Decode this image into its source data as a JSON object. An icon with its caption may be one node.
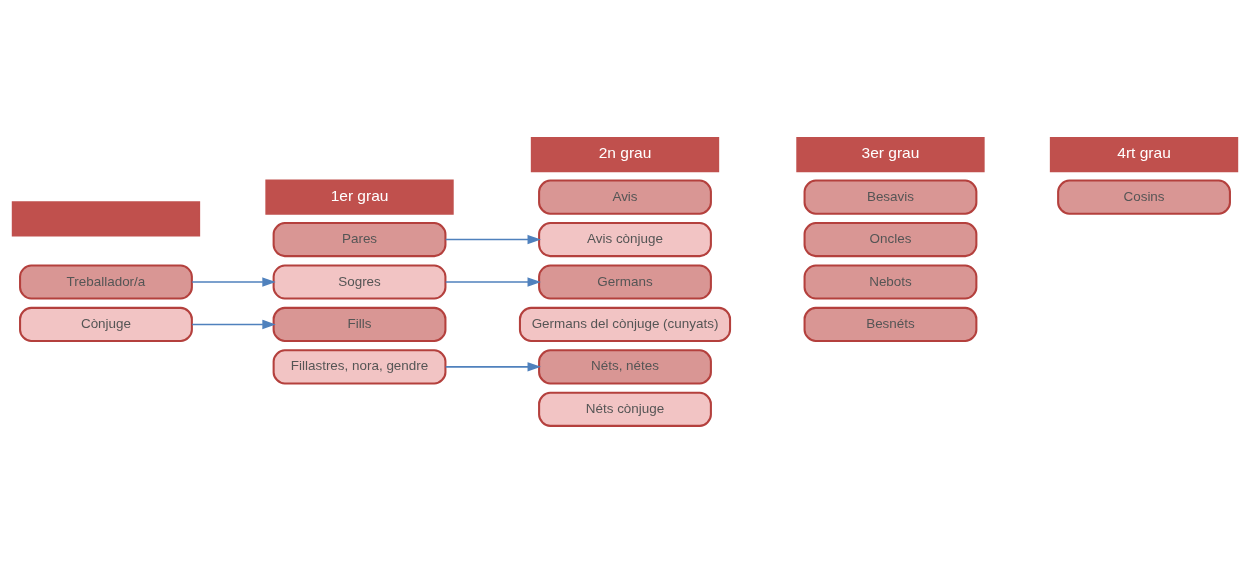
{
  "diagram": {
    "nodes": [
      {
        "text": [],
        "shape": "box"
      },
      {
        "text": [
          "1er grau"
        ]
      },
      {
        "text": [
          "2n grau"
        ]
      },
      {
        "text": [
          "3er grau"
        ]
      },
      {
        "text": [
          "4rt grau"
        ]
      },
      {
        "text": [
          "Treballador/a"
        ]
      },
      {
        "text": [
          "Cònjuge"
        ]
      },
      {
        "text": [
          "Pares"
        ]
      },
      {
        "text": [
          "Sogres"
        ]
      },
      {
        "text": [
          "Fills"
        ]
      },
      {
        "text": [
          "Fillastres, nora, gendre"
        ]
      },
      {
        "text": [
          "Avis"
        ]
      },
      {
        "text": [
          "Avis cònjuge"
        ]
      },
      {
        "text": [
          "Germans"
        ]
      },
      {
        "text": [
          "Germans del cònjuge (cunyats)"
        ]
      },
      {
        "text": [
          "Néts, nétes"
        ]
      },
      {
        "text": [
          "Néts cònjuge"
        ]
      },
      {
        "text": [
          "Besavis"
        ]
      },
      {
        "text": [
          "Oncles"
        ]
      },
      {
        "text": [
          "Nebots"
        ]
      },
      {
        "text": [
          "Besnéts"
        ]
      },
      {
        "text": [
          "Cosins"
        ]
      }
    ],
    "edges": [
      {
        "from": 5,
        "to": 8,
        "arrow": "to"
      },
      {
        "from": 6,
        "to": 9,
        "arrow": "to"
      },
      {
        "from": 7,
        "to": 12,
        "arrow": "to"
      },
      {
        "from": 8,
        "to": 13,
        "arrow": "to"
      },
      {
        "from": 10,
        "to": 15,
        "arrow": "to"
      }
    ]
  }
}
